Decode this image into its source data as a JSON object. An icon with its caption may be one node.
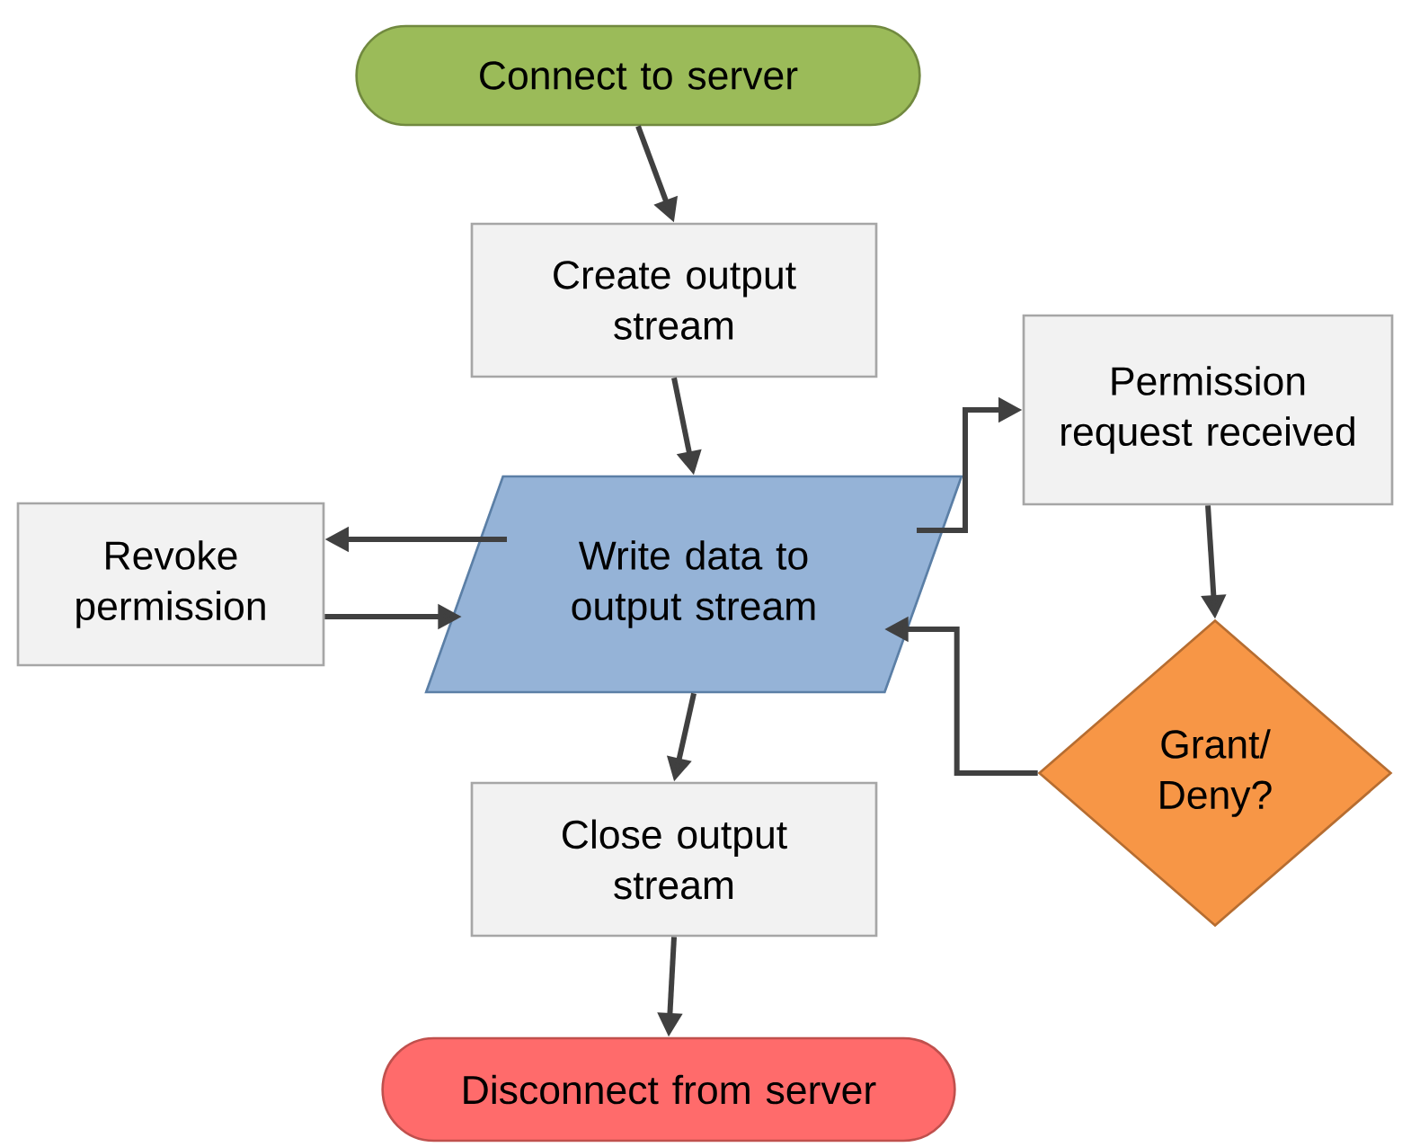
{
  "diagram": {
    "nodes": [
      {
        "text": [
          "Connect to server"
        ]
      },
      {
        "text": [
          "Create output stream"
        ]
      },
      {
        "text": [
          "Permission request received"
        ]
      },
      {
        "text": [
          "Revoke permission"
        ]
      },
      {
        "text": [
          "Write data to output stream"
        ]
      },
      {
        "text": [
          "Grant/ Deny?"
        ]
      },
      {
        "text": [
          "Close output stream"
        ]
      },
      {
        "text": [
          "Disconnect from server"
        ]
      }
    ],
    "edges": [
      {
        "from": 0,
        "to": 1,
        "arrow": "to"
      },
      {
        "from": 1,
        "to": 4,
        "arrow": "to"
      },
      {
        "from": 4,
        "to": 3,
        "arrow": "to"
      },
      {
        "from": 3,
        "to": 4,
        "arrow": "to"
      },
      {
        "from": 4,
        "to": 2,
        "arrow": "to"
      },
      {
        "from": 2,
        "to": 5,
        "arrow": "to"
      },
      {
        "from": 5,
        "to": 4,
        "arrow": "to"
      },
      {
        "from": 4,
        "to": 6,
        "arrow": "to"
      },
      {
        "from": 6,
        "to": 7,
        "arrow": "to"
      }
    ]
  }
}
